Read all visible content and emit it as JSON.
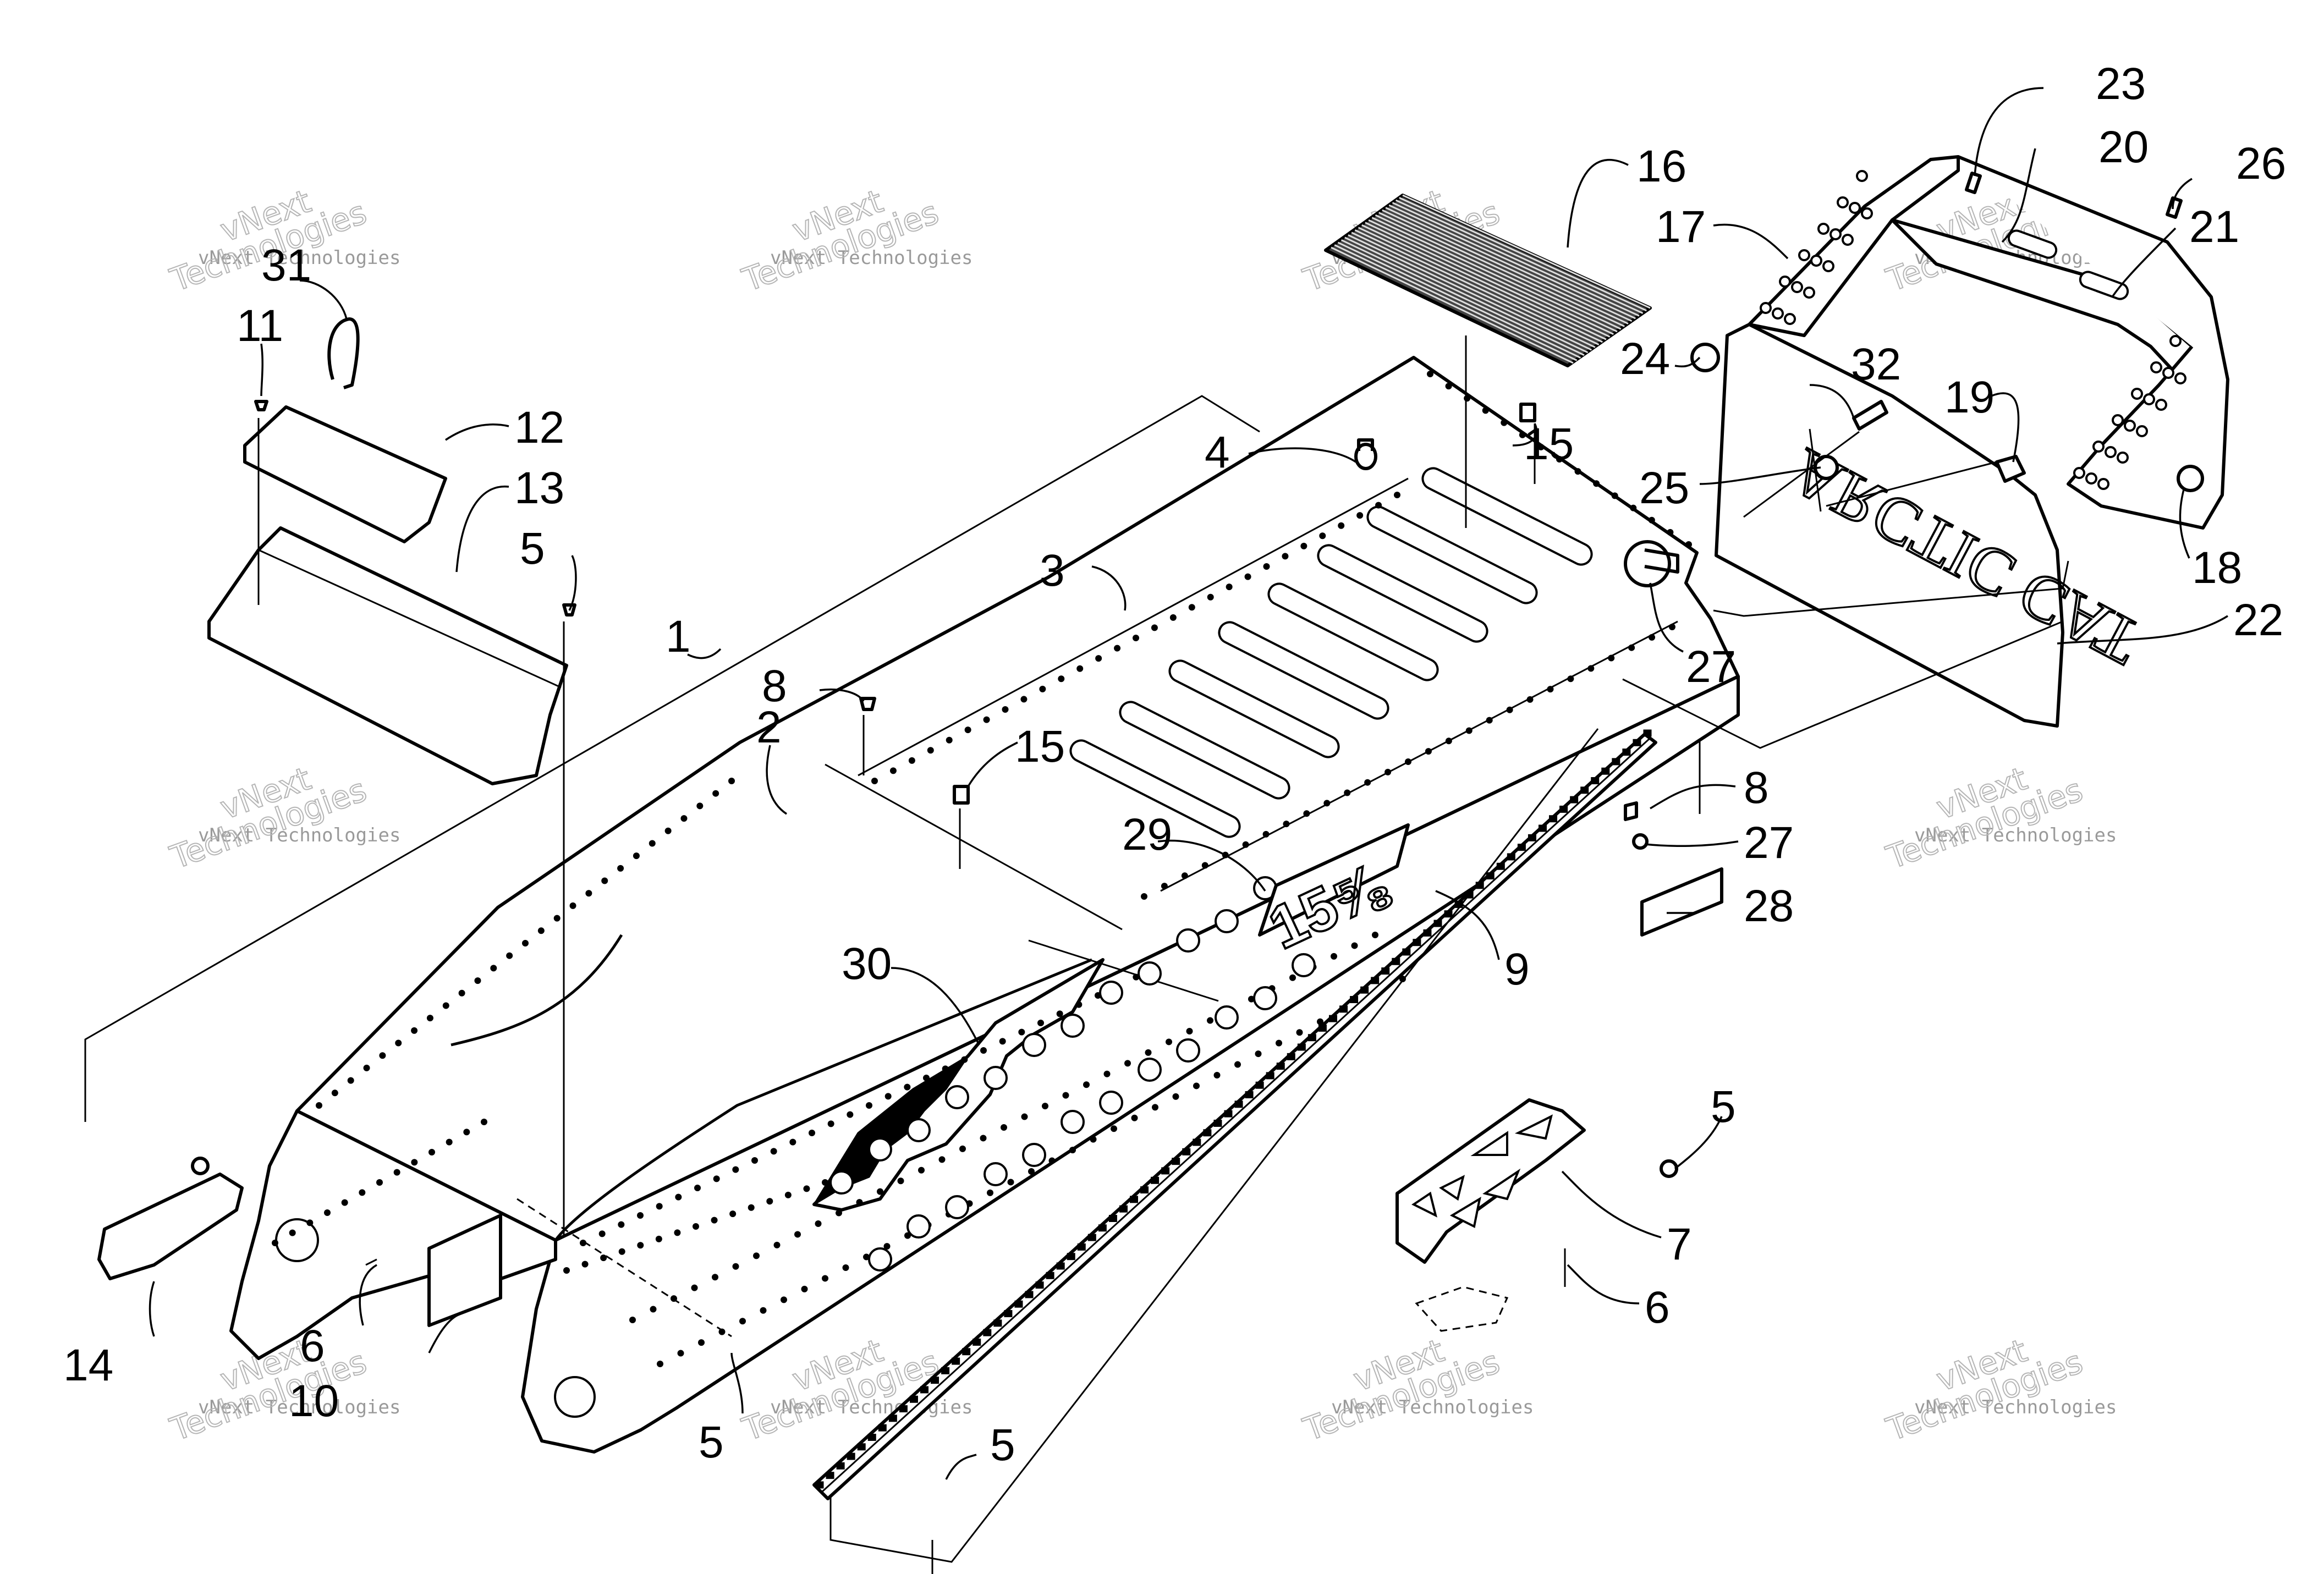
{
  "watermark": {
    "small": "vNext Technologies",
    "big_line1": "vNext",
    "big_line2": "Technologies"
  },
  "decals": {
    "tunnel_decal": "15⅝",
    "rear_flap_brand": "ARCTIC CAT"
  },
  "callouts": [
    {
      "id": "c1",
      "label": "1"
    },
    {
      "id": "c2",
      "label": "2"
    },
    {
      "id": "c3",
      "label": "3"
    },
    {
      "id": "c4",
      "label": "4"
    },
    {
      "id": "c5a",
      "label": "5"
    },
    {
      "id": "c5b",
      "label": "5"
    },
    {
      "id": "c5c",
      "label": "5"
    },
    {
      "id": "c5d",
      "label": "5"
    },
    {
      "id": "c6a",
      "label": "6"
    },
    {
      "id": "c6b",
      "label": "6"
    },
    {
      "id": "c7",
      "label": "7"
    },
    {
      "id": "c8a",
      "label": "8"
    },
    {
      "id": "c8b",
      "label": "8"
    },
    {
      "id": "c9",
      "label": "9"
    },
    {
      "id": "c10",
      "label": "10"
    },
    {
      "id": "c11",
      "label": "11"
    },
    {
      "id": "c12",
      "label": "12"
    },
    {
      "id": "c13",
      "label": "13"
    },
    {
      "id": "c14",
      "label": "14"
    },
    {
      "id": "c15a",
      "label": "15"
    },
    {
      "id": "c15b",
      "label": "15"
    },
    {
      "id": "c16",
      "label": "16"
    },
    {
      "id": "c17",
      "label": "17"
    },
    {
      "id": "c18",
      "label": "18"
    },
    {
      "id": "c19",
      "label": "19"
    },
    {
      "id": "c20",
      "label": "20"
    },
    {
      "id": "c21",
      "label": "21"
    },
    {
      "id": "c22",
      "label": "22"
    },
    {
      "id": "c23",
      "label": "23"
    },
    {
      "id": "c24",
      "label": "24"
    },
    {
      "id": "c25",
      "label": "25"
    },
    {
      "id": "c26",
      "label": "26"
    },
    {
      "id": "c27a",
      "label": "27"
    },
    {
      "id": "c27b",
      "label": "27"
    },
    {
      "id": "c28",
      "label": "28"
    },
    {
      "id": "c29",
      "label": "29"
    },
    {
      "id": "c30",
      "label": "30"
    },
    {
      "id": "c31",
      "label": "31"
    },
    {
      "id": "c32",
      "label": "32"
    }
  ]
}
